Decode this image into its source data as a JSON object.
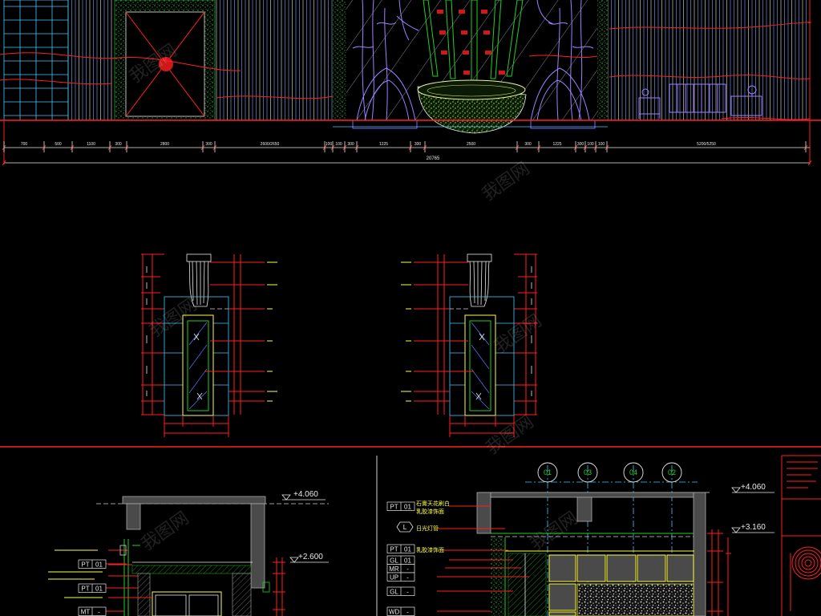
{
  "drawing": {
    "watermark": "我图网",
    "colors": {
      "background": "#000000",
      "line_red": "#ff2020",
      "line_cyan": "#40c8ff",
      "line_green": "#20d020",
      "line_yellow": "#ffff40",
      "line_purple": "#a080ff",
      "line_gray": "#9a9a9a"
    },
    "elevation": {
      "dimensions": [
        "700",
        "500",
        "1100",
        "300",
        "2800",
        "300",
        "2600/2650",
        "100",
        "100",
        "300",
        "1225",
        "300",
        "2500",
        "300",
        "1225",
        "300",
        "100",
        "100",
        "5200/5250"
      ],
      "overall": "20765"
    },
    "section_left": {
      "level_top": "+4.060",
      "level_mid": "+2.600",
      "tags": [
        {
          "code": "PT",
          "num": "01"
        },
        {
          "code": "PT",
          "num": "01"
        },
        {
          "code": "MT",
          "num": "-"
        }
      ]
    },
    "section_right": {
      "level_top": "+4.060",
      "level_mid": "+3.160",
      "grid_bubbles": [
        "01",
        "03",
        "04",
        "02"
      ],
      "tags": [
        {
          "code": "PT",
          "num": "01"
        },
        {
          "code": "L"
        },
        {
          "code": "PT",
          "num": "01"
        },
        {
          "code": "GL",
          "num": "01"
        },
        {
          "code": "MR",
          "num": "-"
        },
        {
          "code": "UP",
          "num": "-"
        },
        {
          "code": "GL",
          "num": "-"
        },
        {
          "code": "WD",
          "num": "-"
        }
      ],
      "notes": [
        "石膏天花刷白",
        "乳胶漆饰面",
        "日光灯管",
        "乳胶漆饰面"
      ]
    }
  }
}
